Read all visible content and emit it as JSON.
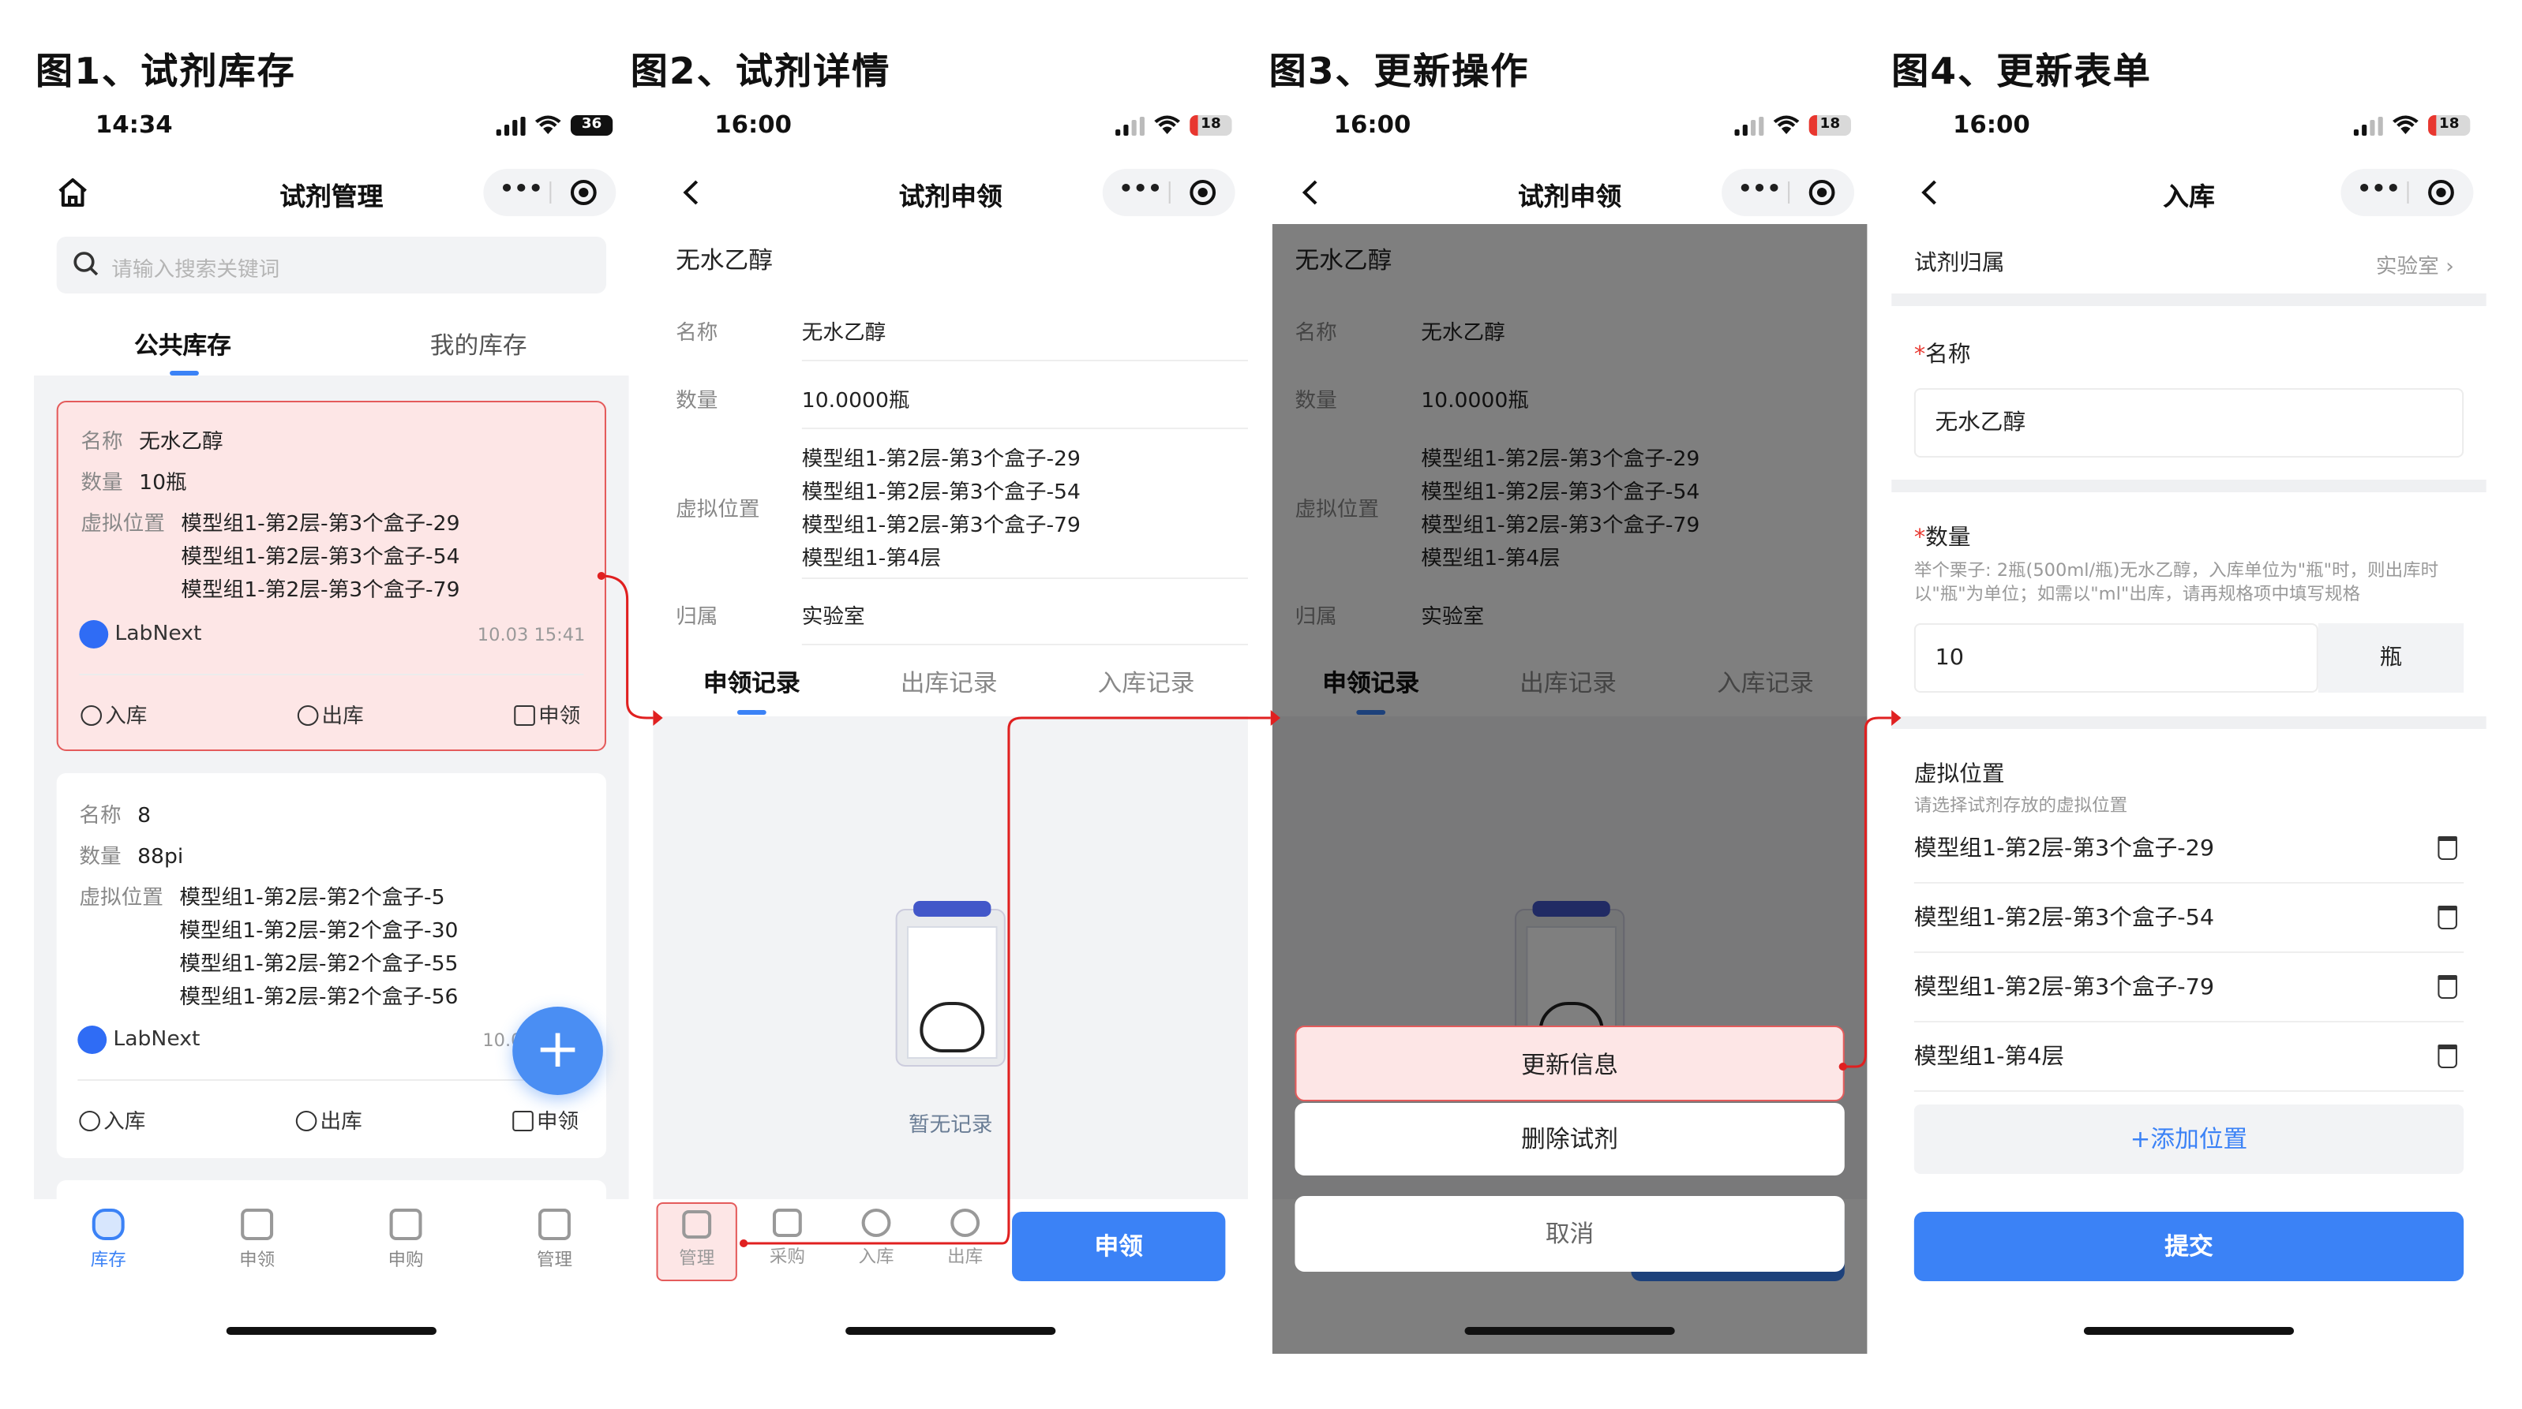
{
  "captions": [
    "图1、试剂库存",
    "图2、试剂详情",
    "图3、更新操作",
    "图4、更新表单"
  ],
  "colors": {
    "accent": "#3b82f6",
    "highlight_border": "#e45b5b",
    "highlight_fill": "#fde6e6"
  },
  "phone1": {
    "time": "14:34",
    "battery": "36",
    "title": "试剂管理",
    "search_placeholder": "请输入搜索关键词",
    "tabs": [
      "公共库存",
      "我的库存"
    ],
    "cards": [
      {
        "name_label": "名称",
        "name": "无水乙醇",
        "qty_label": "数量",
        "qty": "10瓶",
        "loc_label": "虚拟位置",
        "locations": [
          "模型组1-第2层-第3个盒子-29",
          "模型组1-第2层-第3个盒子-54",
          "模型组1-第2层-第3个盒子-79"
        ],
        "brand": "LabNext",
        "date": "10.03 15:41",
        "actions": [
          "入库",
          "出库",
          "申领"
        ]
      },
      {
        "name_label": "名称",
        "name": "8",
        "qty_label": "数量",
        "qty": "88pi",
        "loc_label": "虚拟位置",
        "locations": [
          "模型组1-第2层-第2个盒子-5",
          "模型组1-第2层-第2个盒子-30",
          "模型组1-第2层-第2个盒子-55",
          "模型组1-第2层-第2个盒子-56"
        ],
        "brand": "LabNext",
        "date": "10.0",
        "actions": [
          "入库",
          "出库",
          "申领"
        ]
      }
    ],
    "fab": "+",
    "tabbar": [
      "库存",
      "申领",
      "申购",
      "管理"
    ]
  },
  "phone2": {
    "time": "16:00",
    "battery": "18",
    "back": "<",
    "title": "试剂申领",
    "item_title": "无水乙醇",
    "fields": {
      "name_label": "名称",
      "name": "无水乙醇",
      "qty_label": "数量",
      "qty": "10.0000瓶",
      "loc_label": "虚拟位置",
      "locations": [
        "模型组1-第2层-第3个盒子-29",
        "模型组1-第2层-第3个盒子-54",
        "模型组1-第2层-第3个盒子-79",
        "模型组1-第4层"
      ],
      "owner_label": "归属",
      "owner": "实验室"
    },
    "tabs": [
      "申领记录",
      "出库记录",
      "入库记录"
    ],
    "empty_text": "暂无记录",
    "bottom_items": [
      "管理",
      "采购",
      "入库",
      "出库"
    ],
    "primary_button": "申领"
  },
  "phone3": {
    "time": "16:00",
    "battery": "18",
    "sheet": [
      "更新信息",
      "删除试剂",
      "取消"
    ]
  },
  "phone4": {
    "time": "16:00",
    "battery": "18",
    "title": "入库",
    "owner_label": "试剂归属",
    "owner_value": "实验室",
    "name_label": "名称",
    "name_value": "无水乙醇",
    "qty_label": "数量",
    "qty_hint": "举个栗子: 2瓶(500ml/瓶)无水乙醇，入库单位为\"瓶\"时，则出库时以\"瓶\"为单位；如需以\"ml\"出库，请再规格项中填写规格",
    "qty_value": "10",
    "qty_unit": "瓶",
    "loc_label": "虚拟位置",
    "loc_hint": "请选择试剂存放的虚拟位置",
    "locations": [
      "模型组1-第2层-第3个盒子-29",
      "模型组1-第2层-第3个盒子-54",
      "模型组1-第2层-第3个盒子-79",
      "模型组1-第4层"
    ],
    "add_button": "+添加位置",
    "submit": "提交"
  }
}
